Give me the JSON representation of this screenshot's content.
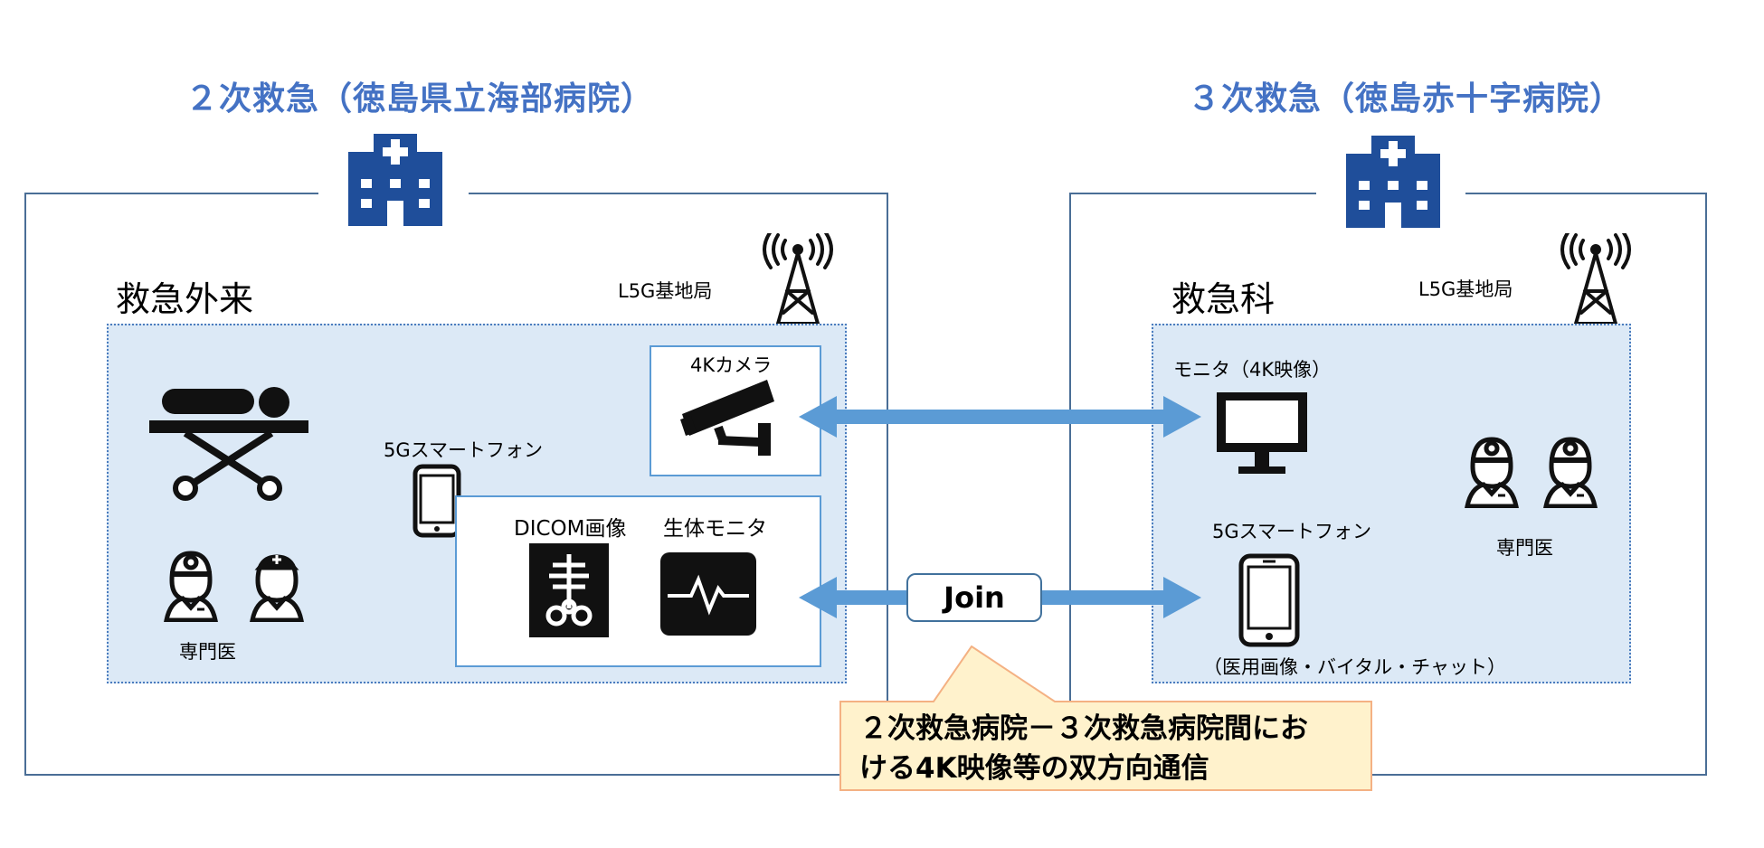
{
  "left": {
    "title": "２次救急（徳島県立海部病院）",
    "department": "救急外来",
    "base_station": "L5G基地局",
    "camera": "4Kカメラ",
    "smartphone": "5Gスマートフォン",
    "dicom": "DICOM画像",
    "vital_monitor": "生体モニタ",
    "specialist": "専門医"
  },
  "right": {
    "title": "３次救急（徳島赤十字病院）",
    "department": "救急科",
    "base_station": "L5G基地局",
    "monitor": "モニタ（4K映像）",
    "smartphone": "5Gスマートフォン",
    "smartphone_note": "（医用画像・バイタル・チャット）",
    "specialist": "専門医"
  },
  "join_label": "Join",
  "callout": {
    "line1": "２次救急病院－３次救急病院間にお",
    "line2": "ける4K映像等の双方向通信"
  },
  "colors": {
    "title_blue": "#4472c4",
    "hospital_icon": "#1f4e9a",
    "zone_fill": "#dce9f6",
    "arrow": "#5b9bd5",
    "callout_fill": "#fff2cc",
    "callout_border": "#f4b183"
  },
  "icons": [
    "hospital-icon",
    "antenna-tower-icon",
    "stretcher-icon",
    "security-camera-icon",
    "smartphone-icon",
    "xray-icon",
    "vital-monitor-icon",
    "doctor-icon",
    "nurse-icon",
    "display-monitor-icon"
  ]
}
